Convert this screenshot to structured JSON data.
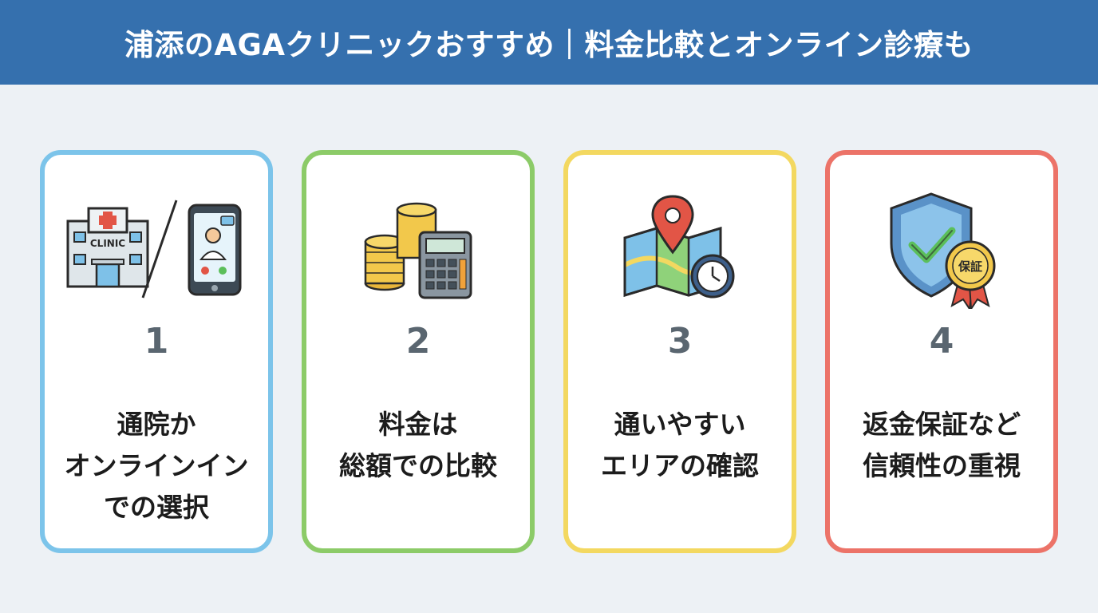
{
  "header": {
    "title": "浦添のAGAクリニックおすすめ｜料金比較とオンライン診療も"
  },
  "cards": [
    {
      "number": "1",
      "lines": [
        "通院か",
        "オンラインイン",
        "での選択"
      ],
      "icon": "clinic-and-phone-icon",
      "icon_label": "CLINIC",
      "color": "#7cc4ea"
    },
    {
      "number": "2",
      "lines": [
        "料金は",
        "総額での比較"
      ],
      "icon": "coins-and-calculator-icon",
      "color": "#8ccb68"
    },
    {
      "number": "3",
      "lines": [
        "通いやすい",
        "エリアの確認"
      ],
      "icon": "map-pin-clock-icon",
      "color": "#f3d860"
    },
    {
      "number": "4",
      "lines": [
        "返金保証など",
        "信頼性の重視"
      ],
      "icon": "shield-guarantee-icon",
      "icon_label": "保証",
      "color": "#ec7368"
    }
  ]
}
